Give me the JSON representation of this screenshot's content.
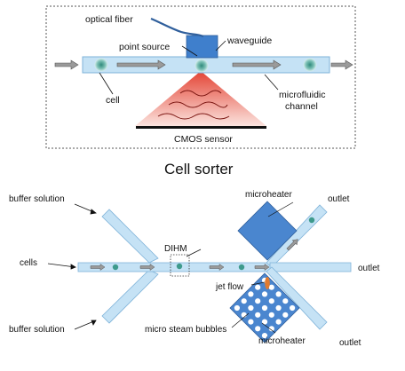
{
  "top_diagram": {
    "labels": {
      "optical_fiber": "optical fiber",
      "point_source": "point source",
      "waveguide": "waveguide",
      "cell": "cell",
      "microfluidic": "microfluidic",
      "channel": "channel",
      "cmos_sensor": "CMOS sensor"
    }
  },
  "section_title": "Cell sorter",
  "bottom_diagram": {
    "labels": {
      "buffer_solution_top": "buffer solution",
      "cells": "cells",
      "buffer_solution_bottom": "buffer solution",
      "dihm": "DIHM",
      "microheater_top": "microheater",
      "jet_flow": "jet flow",
      "micro_steam_bubbles": "micro steam bubbles",
      "microheater_bottom": "microheater",
      "outlet_top": "outlet",
      "outlet_middle": "outlet",
      "outlet_bottom": "outlet"
    }
  },
  "colors": {
    "channel_fill": "#c5e2f5",
    "channel_stroke": "#7fb3d9",
    "waveguide": "#3f7fcc",
    "microheater": "#4a86cf",
    "cone_top": "#e23a2a",
    "cone_bottom": "#fbe2dd",
    "sensor": "#111111",
    "cell": "#3e9a8c",
    "arrow": "#8a8a8a",
    "jet": "#e07a2e"
  }
}
